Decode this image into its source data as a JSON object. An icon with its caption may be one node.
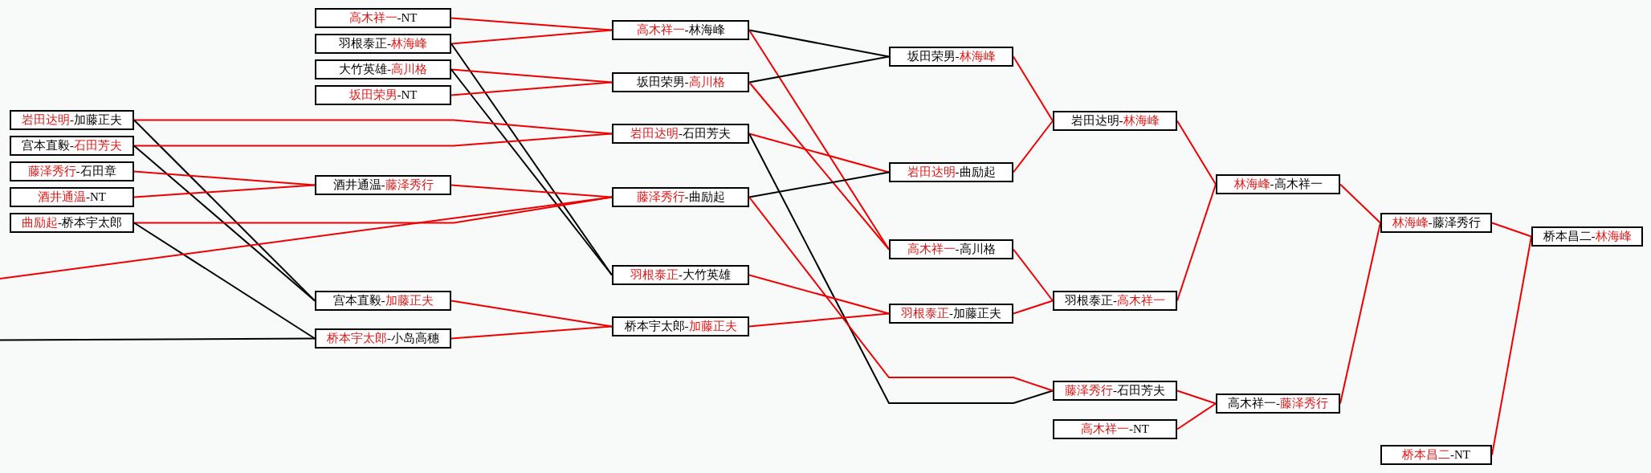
{
  "diagram": {
    "nodes": [
      {
        "text": [
          "岩田达明-加藤正夫"
        ]
      },
      {
        "text": [
          "宫本直毅-石田芳夫"
        ]
      },
      {
        "text": [
          "藤泽秀行-石田章"
        ]
      },
      {
        "text": [
          "酒井通温-NT"
        ]
      },
      {
        "text": [
          "曲励起-桥本宇太郎"
        ]
      },
      {
        "text": [
          "高木祥一-NT"
        ]
      },
      {
        "text": [
          "羽根泰正-林海峰"
        ]
      },
      {
        "text": [
          "大竹英雄-高川格"
        ]
      },
      {
        "text": [
          "坂田荣男-NT"
        ]
      },
      {
        "text": [
          "酒井通温-藤泽秀行"
        ]
      },
      {
        "text": [
          "宫本直毅-加藤正夫"
        ]
      },
      {
        "text": [
          "桥本宇太郎-小岛高穗"
        ]
      },
      {
        "text": [
          "高木祥一-林海峰"
        ]
      },
      {
        "text": [
          "坂田荣男-高川格"
        ]
      },
      {
        "text": [
          "岩田达明-石田芳夫"
        ]
      },
      {
        "text": [
          "藤泽秀行-曲励起"
        ]
      },
      {
        "text": [
          "羽根泰正-大竹英雄"
        ]
      },
      {
        "text": [
          "桥本宇太郎-加藤正夫"
        ]
      },
      {
        "text": [
          "坂田荣男-林海峰"
        ]
      },
      {
        "text": [
          "岩田达明-曲励起"
        ]
      },
      {
        "text": [
          "高木祥一-高川格"
        ]
      },
      {
        "text": [
          "羽根泰正-加藤正夫"
        ]
      },
      {
        "text": [
          "岩田达明-林海峰"
        ]
      },
      {
        "text": [
          "羽根泰正-高木祥一"
        ]
      },
      {
        "text": [
          "藤泽秀行-石田芳夫"
        ]
      },
      {
        "text": [
          "高木祥一-NT"
        ]
      },
      {
        "text": [
          "林海峰-高木祥一"
        ]
      },
      {
        "text": [
          "高木祥一-藤泽秀行"
        ]
      },
      {
        "text": [
          "林海峰-藤泽秀行"
        ]
      },
      {
        "text": [
          "桥本昌二-NT"
        ]
      },
      {
        "text": [
          "桥本昌二-林海峰"
        ]
      }
    ],
    "edges": [
      {
        "from": 5,
        "to": 12,
        "arrow": "none"
      },
      {
        "from": 6,
        "to": 12,
        "arrow": "none"
      },
      {
        "from": 6,
        "to": 16,
        "arrow": "none",
        "color": "#000000"
      },
      {
        "from": 7,
        "to": 13,
        "arrow": "none"
      },
      {
        "from": 7,
        "to": 16,
        "arrow": "none",
        "color": "#000000"
      },
      {
        "from": 8,
        "to": 13,
        "arrow": "none"
      },
      {
        "from": 0,
        "to": 14,
        "arrow": "none"
      },
      {
        "from": 0,
        "to": 10,
        "arrow": "none",
        "color": "#000000"
      },
      {
        "from": 1,
        "to": 14,
        "arrow": "none"
      },
      {
        "from": 1,
        "to": 10,
        "arrow": "none",
        "color": "#000000"
      },
      {
        "from": 2,
        "to": 9,
        "arrow": "none"
      },
      {
        "from": 3,
        "to": 9,
        "arrow": "none"
      },
      {
        "from": 4,
        "to": 15,
        "arrow": "none"
      },
      {
        "from": 4,
        "to": 11,
        "arrow": "none",
        "color": "#000000"
      },
      {
        "from": null,
        "to": 15,
        "arrow": "none"
      },
      {
        "from": null,
        "to": 11,
        "arrow": "none",
        "color": "#000000"
      },
      {
        "from": 9,
        "to": 15,
        "arrow": "none"
      },
      {
        "from": 10,
        "to": 17,
        "arrow": "none"
      },
      {
        "from": 11,
        "to": 17,
        "arrow": "none"
      },
      {
        "from": 12,
        "to": 18,
        "arrow": "none",
        "color": "#000000"
      },
      {
        "from": 12,
        "to": 20,
        "arrow": "none"
      },
      {
        "from": 13,
        "to": 18,
        "arrow": "none",
        "color": "#000000"
      },
      {
        "from": 13,
        "to": 20,
        "arrow": "none"
      },
      {
        "from": 14,
        "to": 19,
        "arrow": "none"
      },
      {
        "from": 14,
        "to": 24,
        "arrow": "none",
        "color": "#000000"
      },
      {
        "from": 15,
        "to": 19,
        "arrow": "none",
        "color": "#000000"
      },
      {
        "from": 15,
        "to": 24,
        "arrow": "none"
      },
      {
        "from": 16,
        "to": 21,
        "arrow": "none"
      },
      {
        "from": 17,
        "to": 21,
        "arrow": "none"
      },
      {
        "from": 18,
        "to": 22,
        "arrow": "none"
      },
      {
        "from": 19,
        "to": 22,
        "arrow": "none"
      },
      {
        "from": 20,
        "to": 23,
        "arrow": "none"
      },
      {
        "from": 21,
        "to": 23,
        "arrow": "none"
      },
      {
        "from": 22,
        "to": 26,
        "arrow": "none"
      },
      {
        "from": 23,
        "to": 26,
        "arrow": "none"
      },
      {
        "from": 24,
        "to": 27,
        "arrow": "none"
      },
      {
        "from": 25,
        "to": 27,
        "arrow": "none"
      },
      {
        "from": 26,
        "to": 28,
        "arrow": "none"
      },
      {
        "from": 27,
        "to": 28,
        "arrow": "none"
      },
      {
        "from": 28,
        "to": 30,
        "arrow": "none"
      },
      {
        "from": 29,
        "to": 30,
        "arrow": "none"
      }
    ]
  }
}
